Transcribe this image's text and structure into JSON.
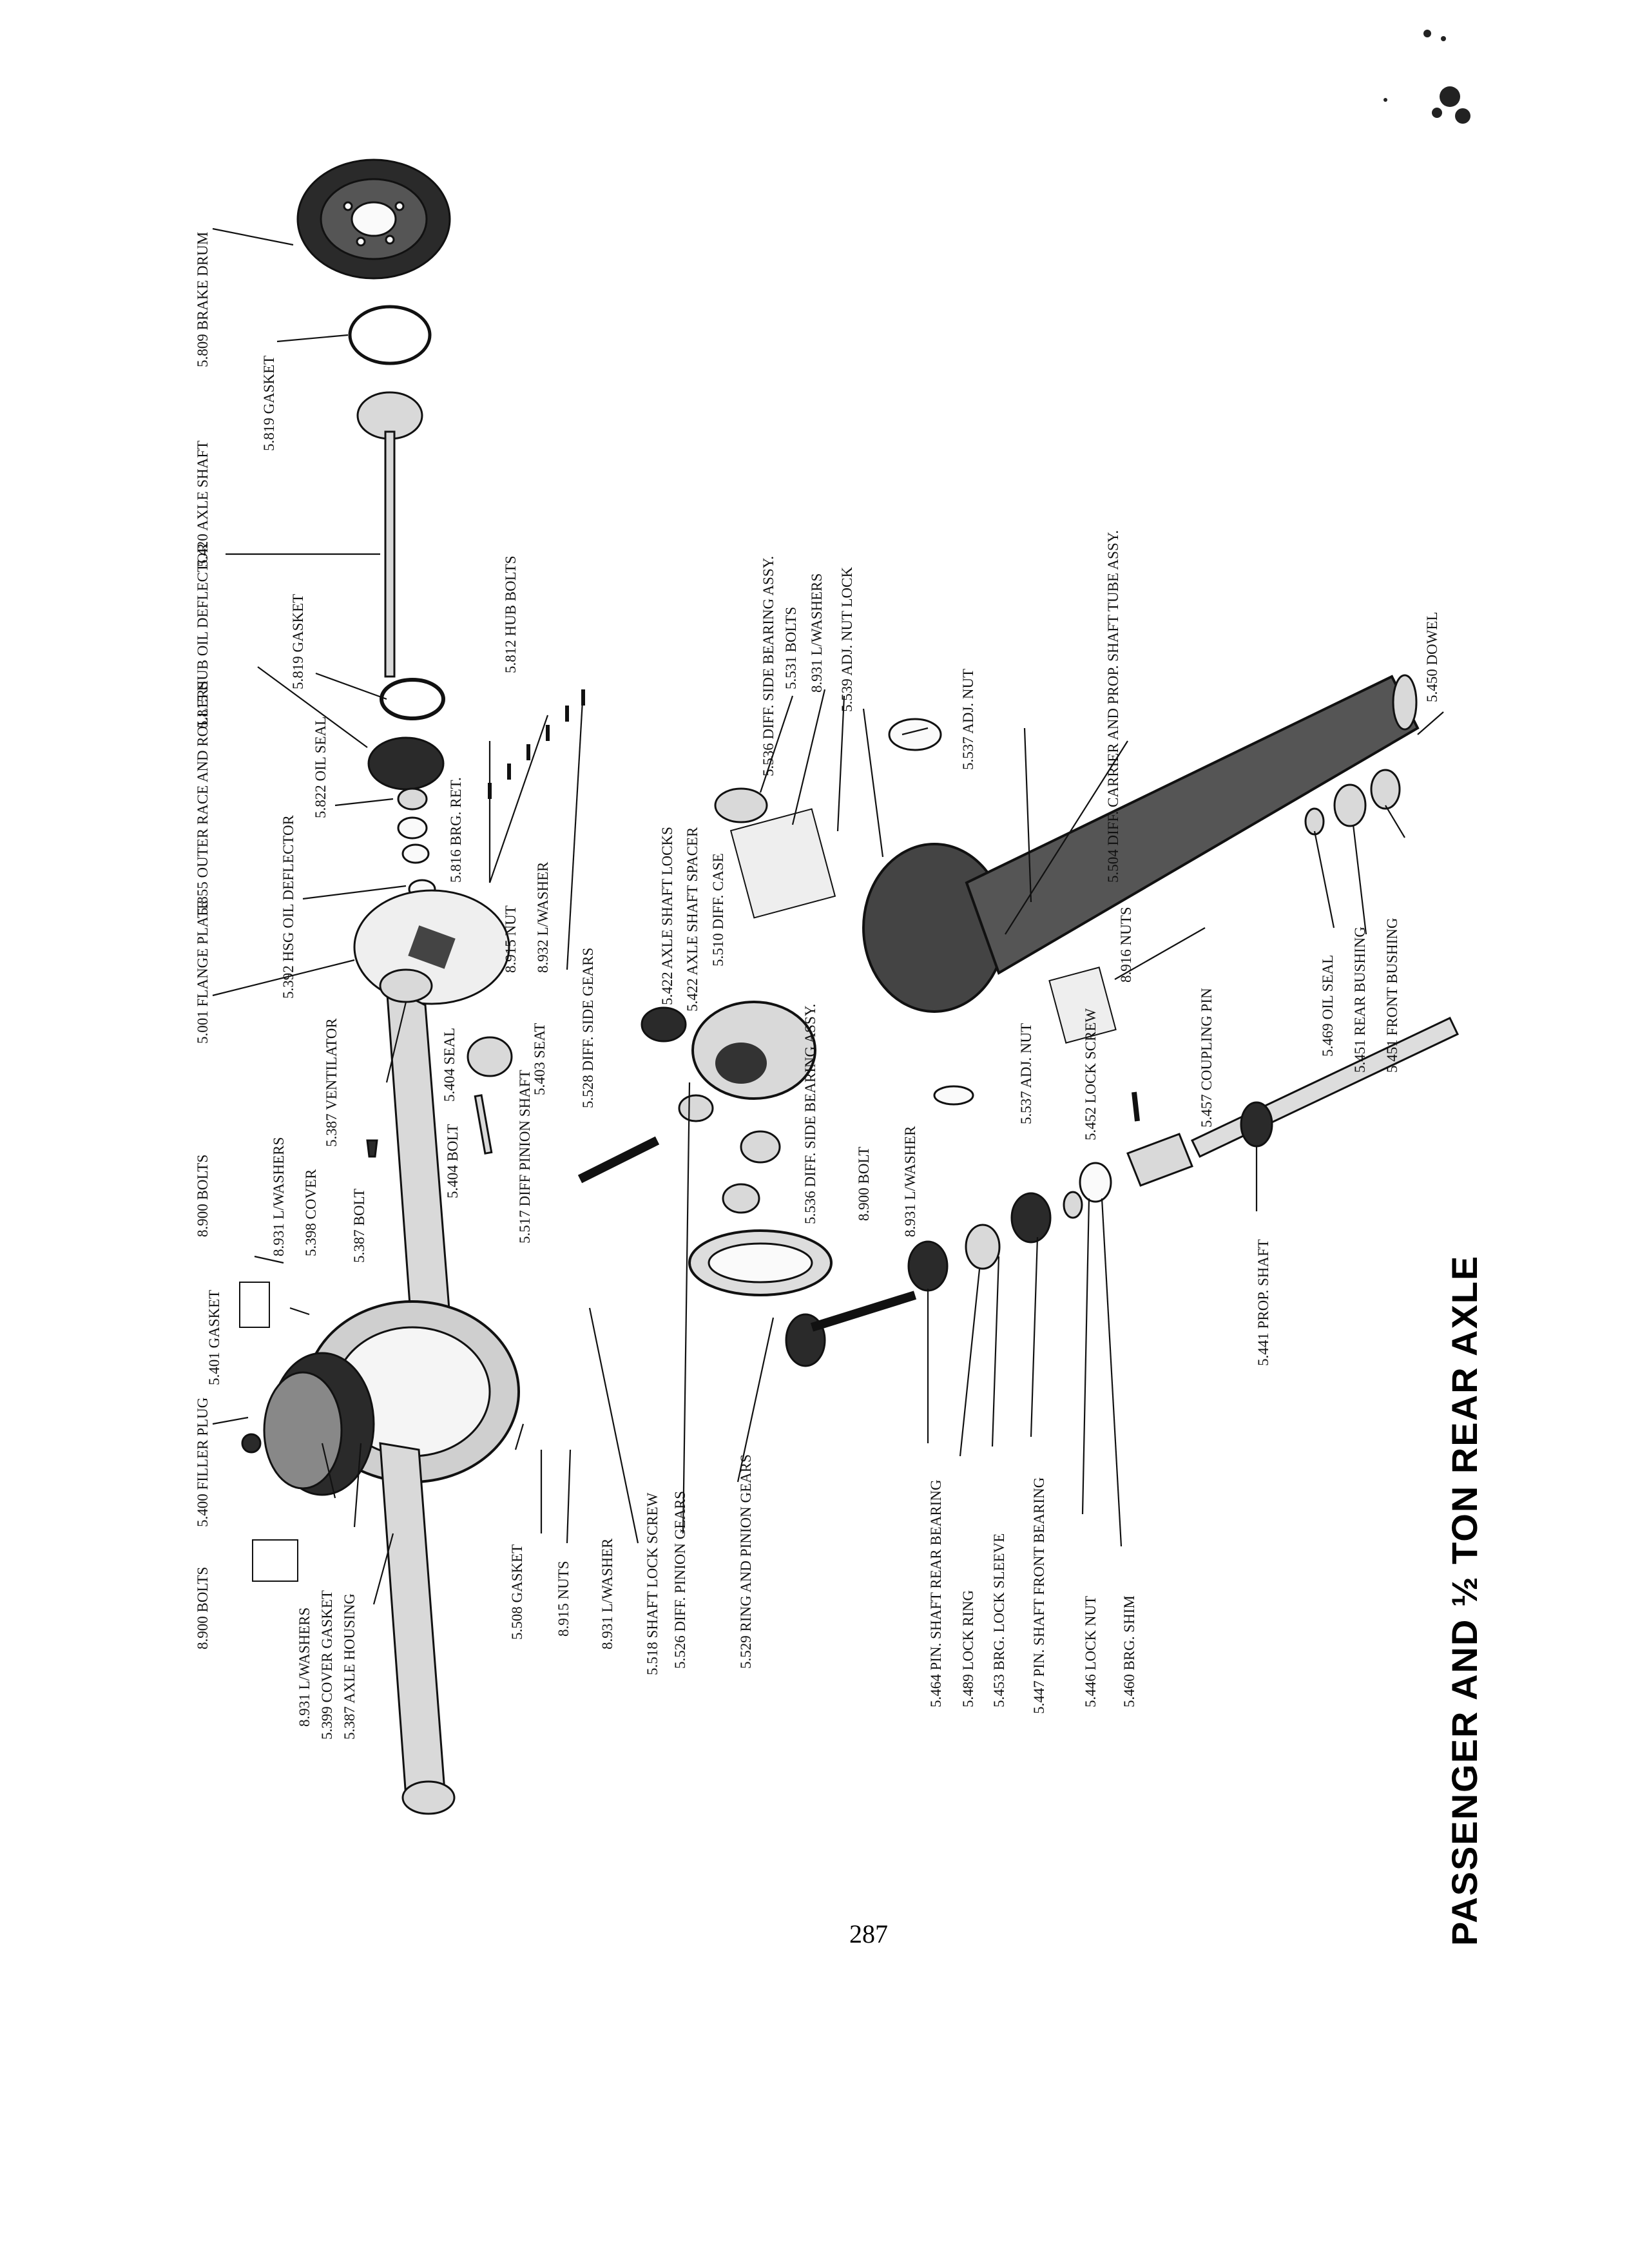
{
  "title": "PASSENGER AND ½ TON REAR AXLE",
  "page_number": "287",
  "labels": [
    "5.809 BRAKE DRUM",
    "5.819 GASKET",
    "5.420 AXLE SHAFT",
    "5.815 HUB OIL DEFLECTOR",
    "5.819 GASKET",
    "5.855 OUTER RACE AND ROLLERS",
    "5.822 OIL SEAL",
    "5.812 HUB BOLTS",
    "5.816 BRG. RET.",
    "5.392 HSG OIL DEFLECTOR",
    "5.001 FLANGE PLATE",
    "8.915 NUT",
    "8.932 L/WASHER",
    "5.404 SEAL",
    "5.403 SEAT",
    "5.387 VENTILATOR",
    "5.404 BOLT",
    "5.517 DIFF PINION SHAFT",
    "5.528 DIFF. SIDE GEARS",
    "5.422 AXLE SHAFT LOCKS",
    "5.422 AXLE SHAFT SPACER",
    "5.510 DIFF. CASE",
    "5.536 DIFF. SIDE BEARING ASSY.",
    "5.531 BOLTS",
    "8.931 L/WASHERS",
    "5.539 ADJ. NUT LOCK",
    "5.537 ADJ. NUT",
    "5.504 DIFF. CARRIER AND PROP. SHAFT TUBE ASSY.",
    "5.450 DOWEL",
    "8.916 NUTS",
    "5.469 OIL SEAL",
    "5.451 REAR BUSHING",
    "5.451 FRONT BUSHING",
    "5.457 COUPLING PIN",
    "5.452 LOCK SCREW",
    "5.537 ADJ. NUT",
    "8.931 L/WASHER",
    "8.900 BOLT",
    "5.536 DIFF. SIDE BEARING ASSY.",
    "5.441 PROP. SHAFT",
    "8.900 BOLTS",
    "8.931 L/WASHERS",
    "5.398 COVER",
    "5.387 BOLT",
    "5.401 GASKET",
    "5.400 FILLER PLUG",
    "8.900 BOLTS",
    "8.931 L/WASHERS",
    "5.399 COVER GASKET",
    "5.387 AXLE HOUSING",
    "5.508 GASKET",
    "8.915 NUTS",
    "8.931 L/WASHER",
    "5.518 SHAFT LOCK SCREW",
    "5.526 DIFF. PINION GEARS",
    "5.529 RING AND PINION GEARS",
    "5.464 PIN. SHAFT REAR BEARING",
    "5.489 LOCK RING",
    "5.453 BRG. LOCK SLEEVE",
    "5.447 PIN. SHAFT FRONT BEARING",
    "5.446 LOCK NUT",
    "5.460 BRG. SHIM"
  ]
}
